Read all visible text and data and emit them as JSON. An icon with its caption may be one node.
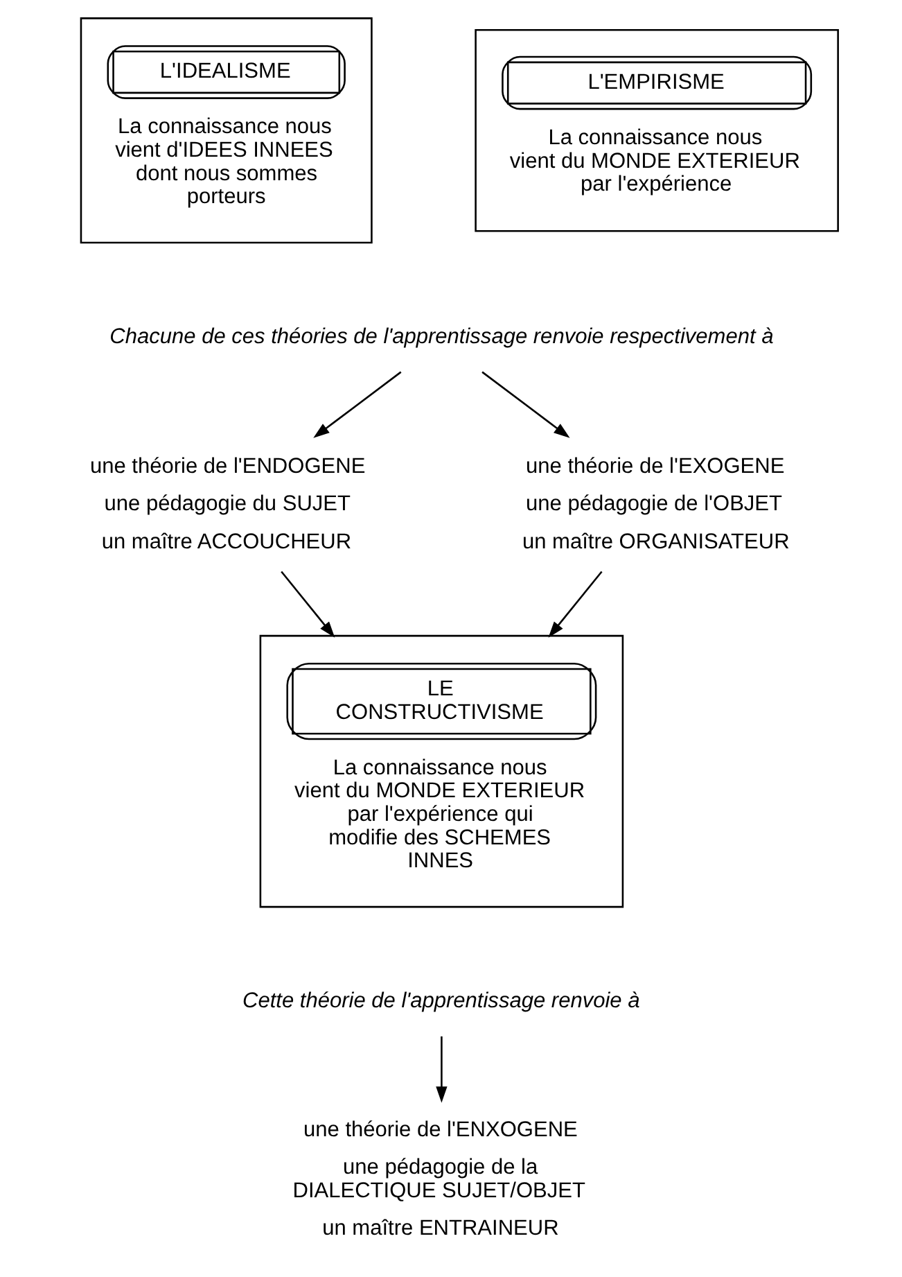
{
  "diagram": {
    "nodes": [
      {
        "text": [
          "L'IDEALISME",
          "La connaissance nous vient d'IDEES INNEES dont nous sommes porteurs"
        ]
      },
      {
        "text": [
          "L'EMPIRISME",
          "La connaissance nous vient du MONDE EXTERIEUR par l'expérience"
        ]
      },
      {
        "text": [
          "Chacune de ces théories de l'apprentissage renvoie respectivement à"
        ]
      },
      {
        "text": [
          "une théorie de l'ENDOGENE",
          "une pédagogie du SUJET",
          "un maître ACCOUCHEUR"
        ]
      },
      {
        "text": [
          "une théorie de l'EXOGENE",
          "une pédagogie de l'OBJET",
          "un maître ORGANISATEUR"
        ]
      },
      {
        "text": [
          "LE CONSTRUCTIVISME",
          "La connaissance nous vient du MONDE EXTERIEUR par l'expérience qui modifie des SCHEMES INNES"
        ]
      },
      {
        "text": [
          "Cette théorie de l'apprentissage renvoie à"
        ]
      },
      {
        "text": [
          "une théorie de l'ENXOGENE",
          "une pédagogie de la DIALECTIQUE SUJET/OBJET",
          "un maître ENTRAINEUR"
        ]
      }
    ],
    "edges": [
      {
        "from": 2,
        "to": 3,
        "arrow": "to"
      },
      {
        "from": 2,
        "to": 4,
        "arrow": "to"
      },
      {
        "from": 3,
        "to": 5,
        "arrow": "to"
      },
      {
        "from": 4,
        "to": 5,
        "arrow": "to"
      },
      {
        "from": 6,
        "to": 7,
        "arrow": "to"
      }
    ]
  }
}
